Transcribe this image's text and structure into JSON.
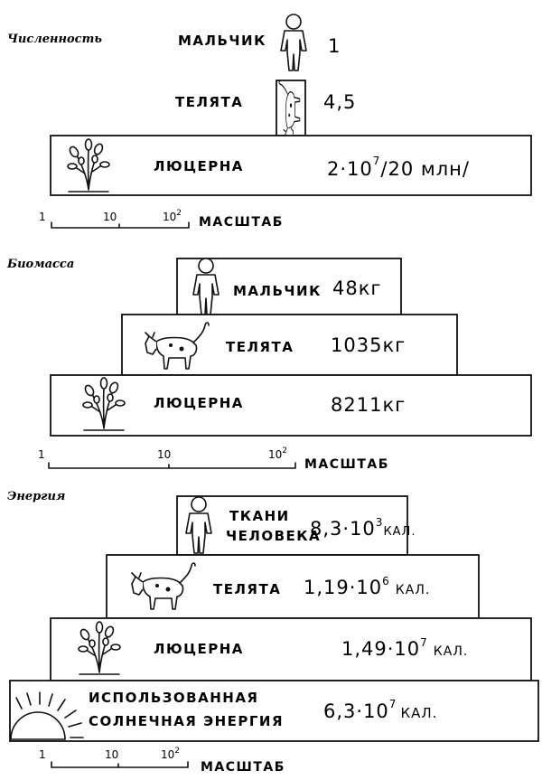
{
  "sections": {
    "numbers": {
      "title": "Численность",
      "boy": {
        "label": "МАЛЬЧИК",
        "value": "1"
      },
      "calves": {
        "label": "ТЕЛЯТА",
        "value": "4,5"
      },
      "alfalfa": {
        "label": "ЛЮЦЕРНА",
        "value": "2·10",
        "exp": "7",
        "suffix": "/20 млн/"
      },
      "scale": {
        "t1": "1",
        "t2": "10",
        "t3": "10",
        "t3exp": "2",
        "word": "МАСШТАБ"
      }
    },
    "biomass": {
      "title": "Биомасса",
      "boy": {
        "label": "МАЛЬЧИК",
        "value": "48кг"
      },
      "calves": {
        "label": "ТЕЛЯТА",
        "value": "1035кг"
      },
      "alfalfa": {
        "label": "ЛЮЦЕРНА",
        "value": "8211кг"
      },
      "scale": {
        "t1": "1",
        "t2": "10",
        "t3": "10",
        "t3exp": "2",
        "word": "МАСШТАБ"
      }
    },
    "energy": {
      "title": "Энергия",
      "human": {
        "label1": "ТКАНИ",
        "label2": "ЧЕЛОВЕКА",
        "value": "8,3·10",
        "exp": "3",
        "unit": "КАЛ."
      },
      "calves": {
        "label": "ТЕЛЯТА",
        "value": "1,19·10",
        "exp": "6",
        "unit": "КАЛ."
      },
      "alfalfa": {
        "label": "ЛЮЦЕРНА",
        "value": "1,49·10",
        "exp": "7",
        "unit": "КАЛ."
      },
      "sun": {
        "label1": "ИСПОЛЬЗОВАННАЯ",
        "label2": "СОЛНЕЧНАЯ ЭНЕРГИЯ",
        "value": "6,3·10",
        "exp": "7",
        "unit": "КАЛ."
      },
      "scale": {
        "t1": "1",
        "t2": "10",
        "t3": "10",
        "t3exp": "2",
        "word": "МАСШТАБ"
      }
    }
  },
  "icons": [
    "boy-icon",
    "calf-icon",
    "alfalfa-icon",
    "sun-icon"
  ]
}
